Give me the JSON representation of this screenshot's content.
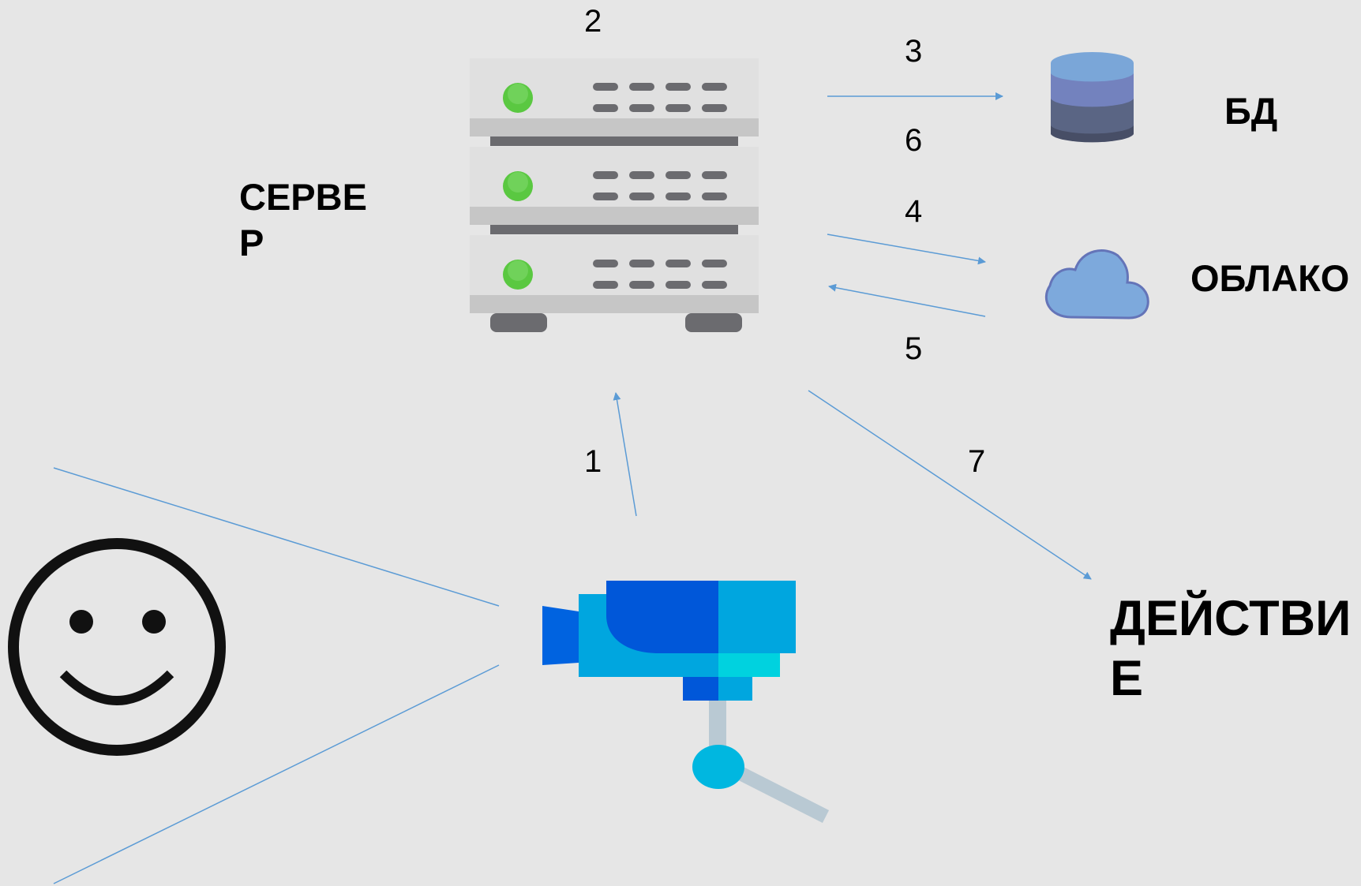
{
  "labels": {
    "server_line1": "СЕРВЕ",
    "server_line2": "Р",
    "db": "БД",
    "cloud": "ОБЛАКО",
    "action_line1": "ДЕЙСТВИ",
    "action_line2": "Е"
  },
  "steps": {
    "s1": "1",
    "s2": "2",
    "s3": "3",
    "s4": "4",
    "s5": "5",
    "s6": "6",
    "s7": "7"
  },
  "colors": {
    "background": "#e6e6e6",
    "arrow": "#5b9bd5",
    "server_body": "#e0e0e0",
    "server_led": "#5ac841",
    "db_top": "#7aa6d8",
    "db_dark": "#474e66",
    "cloud": "#7da9dc",
    "camera_blue": "#0057d9",
    "camera_light": "#00a6df"
  },
  "icons": {
    "server": "server-rack-icon",
    "database": "database-icon",
    "cloud": "cloud-icon",
    "camera": "security-camera-icon",
    "person": "smiley-face-icon"
  }
}
